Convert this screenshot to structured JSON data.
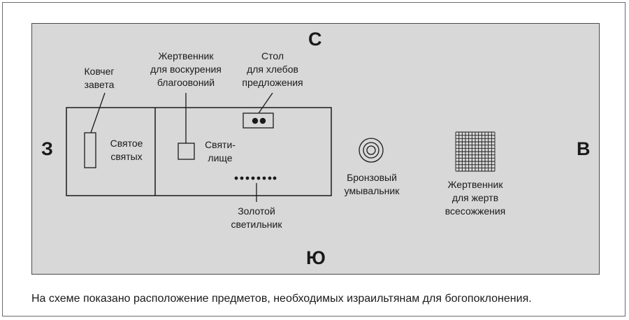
{
  "directions": {
    "north": "С",
    "south": "Ю",
    "west": "З",
    "east": "В"
  },
  "labels": {
    "ark": "Ковчег\nзавета",
    "holy_of_holies": "Святое\nсвятых",
    "incense_altar": "Жертвенник\nдля воскурения\nблагоовоний",
    "holy_place": "Святи-\nлище",
    "table": "Стол\nдля хлебов\nпредложения",
    "lampstand": "Золотой\nсветильник",
    "laver": "Бронзовый\nумывальник",
    "altar": "Жертвенник\nдля жертв\nвсесожжения"
  },
  "caption": "На схеме показано расположение предметов, необходимых израильтянам для богопоклонения.",
  "colors": {
    "background": "#d8d8d8",
    "lines": "#1a1a1a"
  }
}
